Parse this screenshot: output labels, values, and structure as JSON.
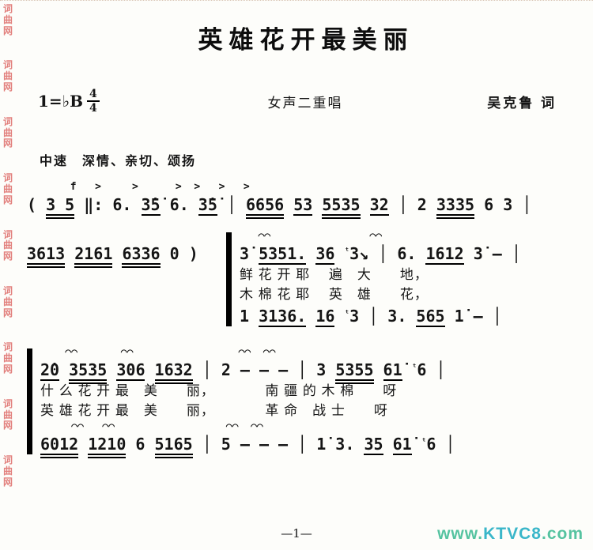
{
  "page": {
    "title": "英雄花开最美丽",
    "key_signature": "1=♭B",
    "time_signature_top": "4",
    "time_signature_bottom": "4",
    "voice_type": "女声二重唱",
    "lyricist": "吴克鲁  词",
    "tempo": "中速　深情、亲切、颂扬",
    "page_number": "—1—",
    "side_watermark": "词曲网"
  },
  "site": {
    "prefix": "www.",
    "name": "KTVC8",
    "suffix": ".com"
  },
  "colors": {
    "side_watermark_pink": "#e2807d",
    "site_green": "#55c3a0",
    "site_teal": "#3ab6c9",
    "ink": "#151515"
  },
  "systems": {
    "s1": {
      "marks": "       f   >     >      >  >   >   >",
      "notes": [
        {
          "t": "( "
        },
        {
          "t": "3 5",
          "u": 2
        },
        {
          "t": " ‖: "
        },
        {
          "t": "6. "
        },
        {
          "t": "3̇5̇",
          "u": 1
        },
        {
          "t": " 6. "
        },
        {
          "t": "3̇5̇",
          "u": 1
        },
        {
          "t": " │ "
        },
        {
          "t": "6656",
          "u": 2
        },
        {
          "t": " "
        },
        {
          "t": "53",
          "u": 1
        },
        {
          "t": " "
        },
        {
          "t": "5535",
          "u": 2
        },
        {
          "t": " "
        },
        {
          "t": "32",
          "u": 1
        },
        {
          "t": " │ "
        },
        {
          "t": "2 "
        },
        {
          "t": "3335",
          "u": 2
        },
        {
          "t": " "
        },
        {
          "t": "6 3"
        },
        {
          "t": " │"
        }
      ]
    },
    "s2": {
      "intro": [
        {
          "t": "3613",
          "u": 2
        },
        {
          "t": " "
        },
        {
          "t": "2161",
          "u": 2
        },
        {
          "t": " "
        },
        {
          "t": "6336",
          "u": 2
        },
        {
          "t": " 0 )"
        }
      ],
      "v1_marks": "   ⌒⌒                ⌒⌒",
      "v1": [
        {
          "t": "3̇ "
        },
        {
          "t": "5351.",
          "u": 1
        },
        {
          "t": " "
        },
        {
          "t": "36",
          "u": 1
        },
        {
          "t": " "
        },
        {
          "t": "ᵗ",
          "cls": "grace"
        },
        {
          "t": "3↘"
        },
        {
          "t": " │ "
        },
        {
          "t": "6. "
        },
        {
          "t": "1612",
          "u": 1
        },
        {
          "t": " "
        },
        {
          "t": "3̇ — │"
        }
      ],
      "lyric1": "鲜 花 开 耶　 遍　大　　地，",
      "lyric2": "木 棉 花 耶　 英　雄　　花，",
      "v2": [
        {
          "t": "1 "
        },
        {
          "t": "3136.",
          "u": 1
        },
        {
          "t": " "
        },
        {
          "t": "16",
          "u": 1
        },
        {
          "t": " "
        },
        {
          "t": "ᵗ",
          "cls": "grace"
        },
        {
          "t": "3"
        },
        {
          "t": " │ "
        },
        {
          "t": "3. "
        },
        {
          "t": "565",
          "u": 1
        },
        {
          "t": " "
        },
        {
          "t": "1̇ — │"
        }
      ]
    },
    "s3": {
      "v1_marks": "    ⌒⌒       ⌒⌒                 ⌒⌒  ⌒⌒",
      "v1": [
        {
          "t": "2̇0",
          "u": 1
        },
        {
          "t": " "
        },
        {
          "t": "3535",
          "u": 2
        },
        {
          "t": " "
        },
        {
          "t": "306",
          "u": 1
        },
        {
          "t": " "
        },
        {
          "t": "1632",
          "u": 2
        },
        {
          "t": " │ 2 — — — │ 3 "
        },
        {
          "t": "5355",
          "u": 2
        },
        {
          "t": " "
        },
        {
          "t": "61̇",
          "u": 1
        },
        {
          "t": " "
        },
        {
          "t": "ᵗ",
          "cls": "grace"
        },
        {
          "t": "6 │"
        }
      ],
      "lyric1": "什 么 花 开 最　美　　丽，　　　　南 疆 的 木 棉　　呀",
      "lyric2": "英 雄 花 开 最　美　　丽，　　　　革 命　战 士　　呀",
      "v2_marks": "     ⌒⌒   ⌒⌒                  ⌒⌒  ⌒⌒",
      "v2": [
        {
          "t": "6012",
          "u": 2
        },
        {
          "t": " "
        },
        {
          "t": "1210",
          "u": 2
        },
        {
          "t": " 6 "
        },
        {
          "t": "5165",
          "u": 2
        },
        {
          "t": " │ 5 — — — │ 1̇ 3. "
        },
        {
          "t": "35",
          "u": 1
        },
        {
          "t": " "
        },
        {
          "t": "61̇",
          "u": 1
        },
        {
          "t": " "
        },
        {
          "t": "ᵗ",
          "cls": "grace"
        },
        {
          "t": "6 │"
        }
      ]
    }
  }
}
